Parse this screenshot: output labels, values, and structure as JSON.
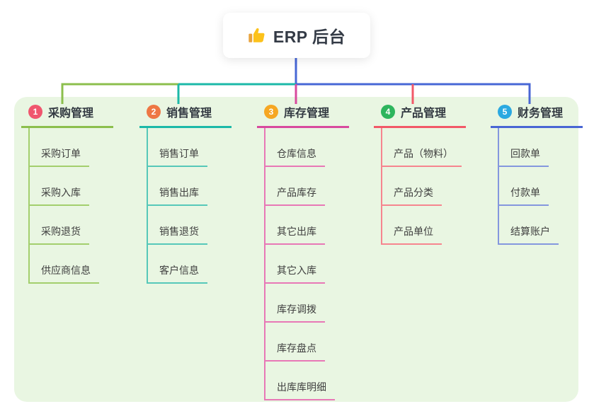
{
  "root": {
    "label": "ERP 后台",
    "icon": "thumbs-up-icon"
  },
  "colors": {
    "panel_bg": "#e9f6e2",
    "root_connector": "#4767d6",
    "root_text": "#333a45"
  },
  "branches": [
    {
      "num": "1",
      "label": "采购管理",
      "badge_color": "#f0566e",
      "line_color": "#8cbf4d",
      "child_line_color": "#a3cf6d",
      "children": [
        "采购订单",
        "采购入库",
        "采购退货",
        "供应商信息"
      ]
    },
    {
      "num": "2",
      "label": "销售管理",
      "badge_color": "#ee7744",
      "line_color": "#1cb9a8",
      "child_line_color": "#56c8b9",
      "children": [
        "销售订单",
        "销售出库",
        "销售退货",
        "客户信息"
      ]
    },
    {
      "num": "3",
      "label": "库存管理",
      "badge_color": "#f6a723",
      "line_color": "#d84a9e",
      "child_line_color": "#e878b6",
      "children": [
        "仓库信息",
        "产品库存",
        "其它出库",
        "其它入库",
        "库存调拨",
        "库存盘点",
        "出库库明细"
      ]
    },
    {
      "num": "4",
      "label": "产品管理",
      "badge_color": "#2db55d",
      "line_color": "#f25968",
      "child_line_color": "#f6858f",
      "children": [
        "产品（物料）",
        "产品分类",
        "产品单位"
      ]
    },
    {
      "num": "5",
      "label": "财务管理",
      "badge_color": "#2ba9e1",
      "line_color": "#4966d4",
      "child_line_color": "#8497de",
      "children": [
        "回款单",
        "付款单",
        "结算账户"
      ]
    }
  ]
}
